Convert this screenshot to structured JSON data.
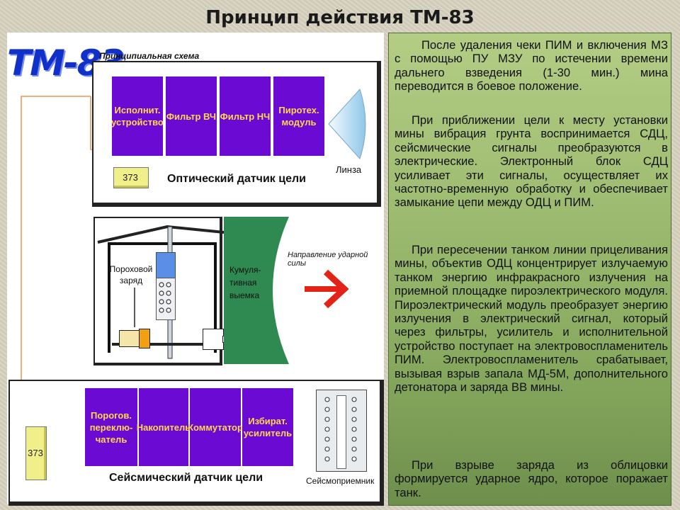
{
  "title": "Принцип действия ТМ-83",
  "diagram": {
    "logo_text": "ТМ-83",
    "schematic_caption": "Принципиальная схема",
    "optical": {
      "blocks": [
        "Исполнит. устройство",
        "Фильтр ВЧ",
        "Фильтр НЧ",
        "Пиротех. модуль"
      ],
      "battery": "373",
      "caption": "Оптический датчик цели",
      "lens": "Линза"
    },
    "warhead": {
      "powder_label": "Пороховой заряд",
      "cavity_label": "Кумуля-тивная выемка",
      "direction_label": "Направление ударной силы"
    },
    "seismic": {
      "blocks": [
        "Порогов. переклю-чатель",
        "Накопитель",
        "Коммутатор",
        "Избират. усилитель"
      ],
      "battery": "373",
      "caption": "Сейсмический датчик цели",
      "receiver": "Сейсмоприемник"
    }
  },
  "paragraphs": [
    "После удаления чеки ПИМ и включения МЗ с помощью ПУ МЗУ по истечении времени дальнего взведения (1-30 мин.) мина переводится в боевое положение.",
    "При приближении цели к месту установки мины вибрация грунта воспринимается СДЦ, сейсмические сигналы преобразуются в электрические. Электронный блок СДЦ усиливает эти сигналы, осуществляет их частотно-временную обработку и обеспечивает замыкание цепи между ОДЦ и ПИМ.",
    "При пересечении танком линии прицеливания мины, объектив ОДЦ концентрирует излучаемую танком энергию инфракрасного излучения на приемной площадке пироэлектрического модуля. Пироэлектрический модуль преобразует энергию излучения в электрический сигнал, который через фильтры, усилитель и исполнительной устройство поступает на электровоспламенитель ПИМ. Электровоспламенитель срабатывает, вызывая взрыв запала МД-5М, дополнительного детонатора и заряда ВВ мины.",
    "При взрыве заряда из облицовки формируется ударное ядро, которое поражает танк."
  ],
  "colors": {
    "block_purple": "#6b0ad3",
    "block_text": "#ffd94a",
    "panel_green": "#9fbd72",
    "wire_orange": "#e89a5c",
    "arrow_red": "#e32218"
  }
}
